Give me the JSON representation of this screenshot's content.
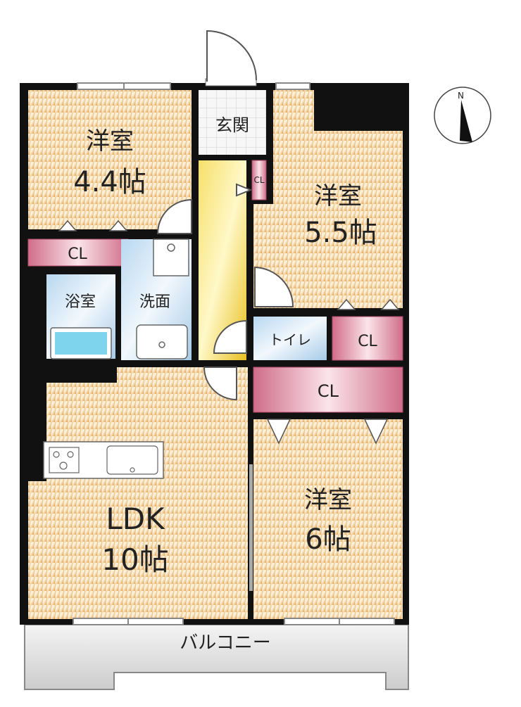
{
  "rooms": {
    "bedroom_a": {
      "name": "洋室",
      "size": "4.4帖"
    },
    "bedroom_b": {
      "name": "洋室",
      "size": "5.5帖"
    },
    "bedroom_c": {
      "name": "洋室",
      "size": "6帖"
    },
    "ldk": {
      "name": "LDK",
      "size": "10帖"
    },
    "entrance": "玄関",
    "bath": "浴室",
    "washroom": "洗面",
    "toilet": "トイレ",
    "balcony": "バルコニー"
  },
  "closets": {
    "cl_a": "CL",
    "cl_entrance": "CL",
    "cl_b": "CL",
    "cl_c": "CL"
  },
  "compass": {
    "north": "N"
  },
  "colors": {
    "wall": "#111111",
    "floor_wood": "#e9b76a",
    "closet": "#d98aa0",
    "hallway": "#f2d23a",
    "bath": "#cfe5f5",
    "balcony": "#dcdcdc"
  }
}
